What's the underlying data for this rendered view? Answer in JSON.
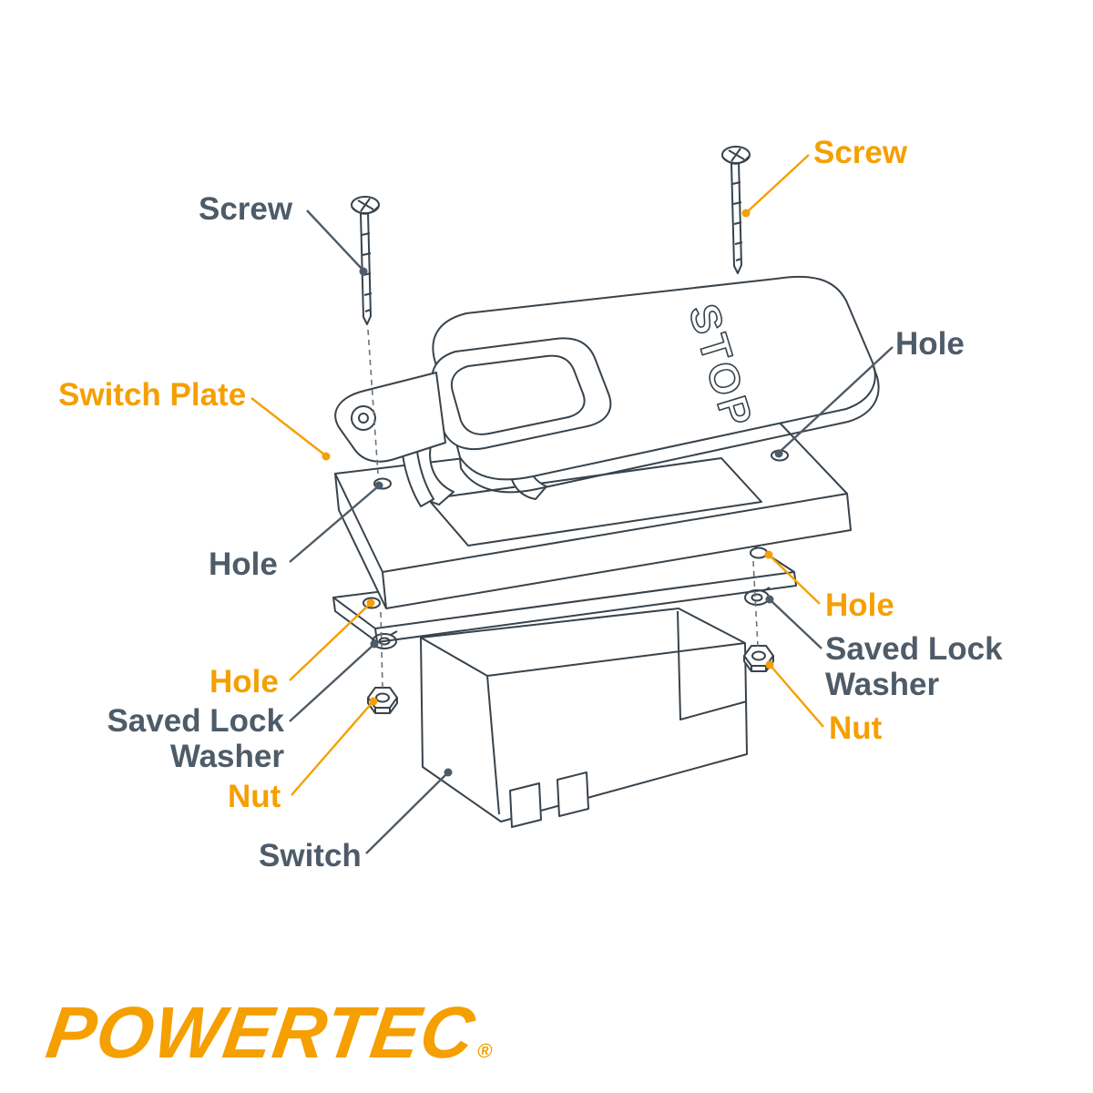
{
  "labels": {
    "screw_top_left": "Screw",
    "screw_top_right": "Screw",
    "hole_plate_right": "Hole",
    "switch_plate": "Switch Plate",
    "hole_plate_left": "Hole",
    "hole_bracket_right": "Hole",
    "washer_right": {
      "line1": "Saved Lock",
      "line2": "Washer"
    },
    "nut_right": "Nut",
    "hole_bracket_left": "Hole",
    "washer_left": {
      "line1": "Saved Lock",
      "line2": "Washer"
    },
    "nut_left": "Nut",
    "switch": "Switch"
  },
  "paddle_text": "STOP",
  "brand": {
    "wordmark": "POWERTEC",
    "registered_mark": "®"
  },
  "colors": {
    "accent_orange": "#F59F00",
    "label_slate": "#4E5B68",
    "line_dark": "#38434C",
    "background": "#FFFFFF"
  }
}
